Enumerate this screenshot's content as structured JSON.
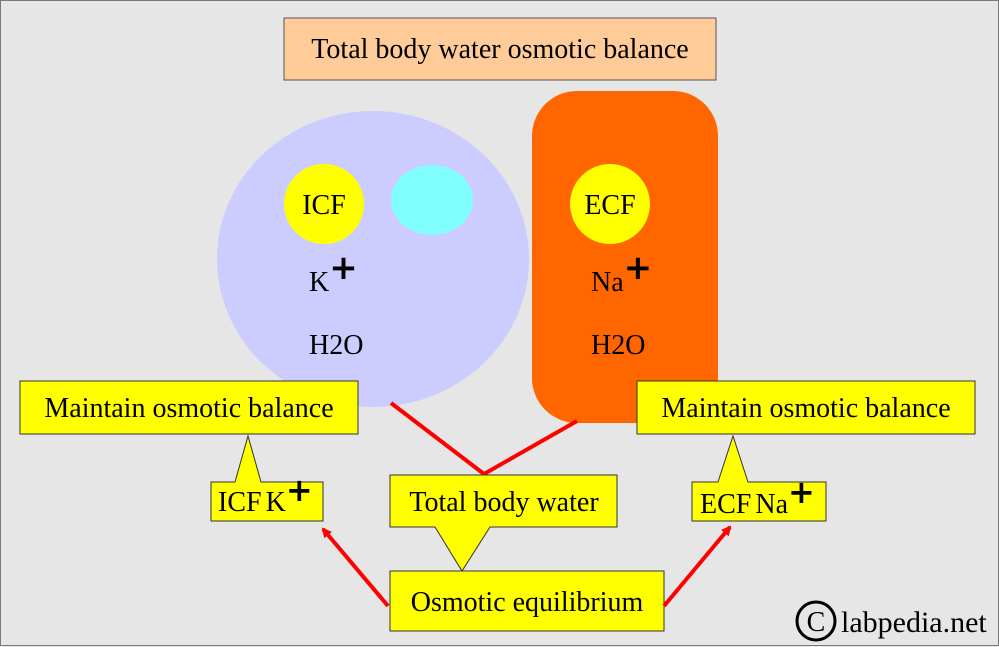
{
  "title": "Total body water osmotic balance",
  "icf": {
    "label": "ICF",
    "ion": "K",
    "charge": "+",
    "water": "H2O"
  },
  "ecf": {
    "label": "ECF",
    "ion": "Na",
    "charge": "+",
    "water": "H2O"
  },
  "left_box": {
    "text": "Maintain osmotic balance"
  },
  "right_box": {
    "text": "Maintain osmotic balance"
  },
  "icf_k_box": {
    "prefix": "ICF",
    "ion": "K",
    "charge": "+"
  },
  "ecf_na_box": {
    "prefix": "ECF",
    "ion": "Na",
    "charge": "+"
  },
  "total_water_box": {
    "text": "Total body water"
  },
  "osmotic_eq_box": {
    "text": "Osmotic equilibrium"
  },
  "watermark": {
    "symbol": "C",
    "text": "labpedia.net"
  },
  "colors": {
    "background": "#e6e6e6",
    "title_fill": "#ffcc99",
    "icf_cell": "#ccccff",
    "ecf_block": "#ff6600",
    "label_circle": "#ffff00",
    "small_circle": "#80ffff",
    "callout_fill": "#ffff00",
    "arrow": "#ff0000"
  }
}
